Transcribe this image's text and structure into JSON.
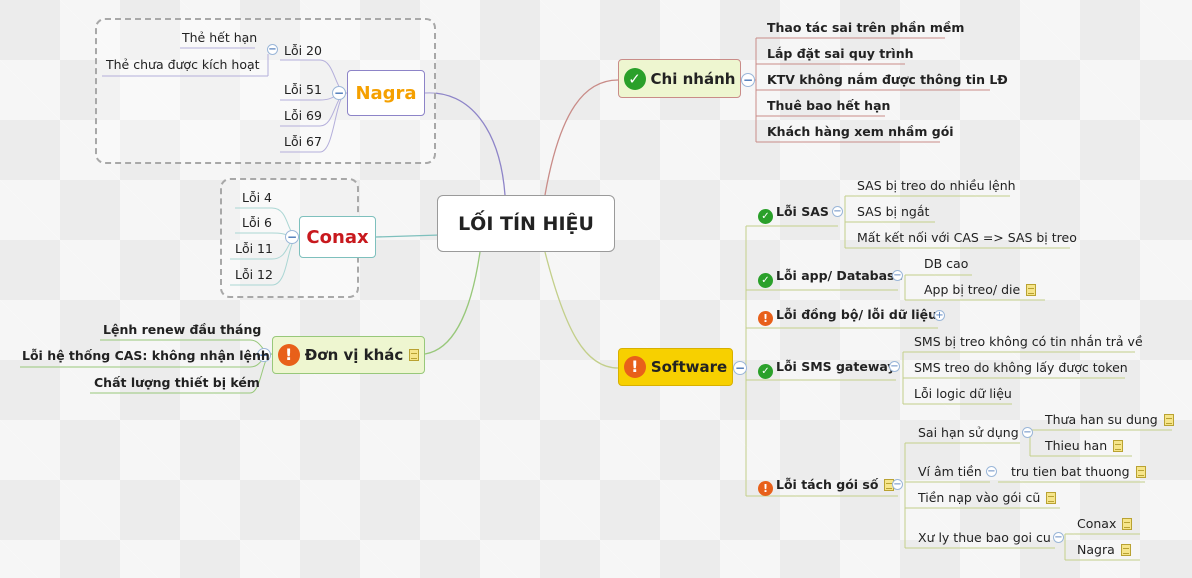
{
  "central": "LỐI TÍN HIỆU",
  "nagra": {
    "title": "Nagra",
    "loi20": "Lỗi 20",
    "the_het_han": "Thẻ hết hạn",
    "the_chua": "Thẻ chưa được kích hoạt",
    "loi51": "Lỗi 51",
    "loi69": "Lỗi 69",
    "loi67": "Lỗi 67"
  },
  "conax": {
    "title": "Conax",
    "items": [
      "Lỗi 4",
      "Lỗi 6",
      "Lỗi 11",
      "Lỗi 12"
    ]
  },
  "donvi": {
    "title": "Đơn vị khác",
    "items": [
      "Lệnh renew đầu tháng",
      "Lỗi hệ thống CAS: không nhận lệnh",
      "Chất lượng thiết bị kém"
    ]
  },
  "chinhanh": {
    "title": "Chi nhánh",
    "items": [
      "Thao tác sai trên phần mềm",
      "Lắp đặt sai quy trình",
      "KTV không nắm được thông tin LĐ",
      "Thuê bao hết hạn",
      "Khách hàng xem nhầm gói"
    ]
  },
  "software": {
    "title": "Software",
    "sas": {
      "title": "Lỗi SAS",
      "items": [
        "SAS bị treo do nhiều lệnh",
        "SAS bị ngắt",
        "Mất kết nối với CAS => SAS bị treo"
      ]
    },
    "app": {
      "title": "Lỗi app/ Database",
      "items": [
        "DB cao",
        "App bị treo/ die"
      ]
    },
    "dongbo": {
      "title": "Lỗi đồng bộ/ lỗi dữ liệu"
    },
    "sms": {
      "title": "Lỗi SMS gateway",
      "items": [
        "SMS bị treo không có tin nhắn trả về",
        "SMS treo do không lấy được token",
        "Lỗi logic dữ liệu"
      ]
    },
    "tach": {
      "title": "Lỗi tách gói số",
      "sai_han": "Sai hạn sử dụng",
      "thua_han": "Thưa han su dung",
      "thieu_han": "Thieu han",
      "vi_am": "Ví âm tiền",
      "tru_tien": "tru tien bat thuong",
      "tien_nap": "Tiền nạp vào gói cũ",
      "xu_ly": "Xư ly thue bao goi cu",
      "conax": "Conax",
      "nagra": "Nagra"
    }
  },
  "colors": {
    "nagra": "#f5a000",
    "conax": "#c8191e",
    "chinhanh_bg": "#eef6d0",
    "software_bg": "#f7d000",
    "branch_nagra": "#8d84c8",
    "branch_conax": "#7ec0bd",
    "branch_donvi": "#98c87a",
    "branch_chinhanh": "#c98c88",
    "branch_software": "#c3cf8a"
  }
}
